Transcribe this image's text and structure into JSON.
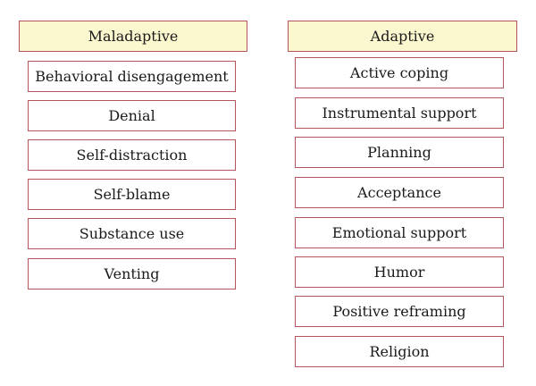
{
  "maladaptive": {
    "header": "Maladaptive",
    "items": [
      "Behavioral disengagement",
      "Denial",
      "Self-distraction",
      "Self-blame",
      "Substance use",
      "Venting"
    ]
  },
  "adaptive": {
    "header": "Adaptive",
    "items": [
      "Active coping",
      "Instrumental support",
      "Planning",
      "Acceptance",
      "Emotional support",
      "Humor",
      "Positive reframing",
      "Religion"
    ]
  }
}
